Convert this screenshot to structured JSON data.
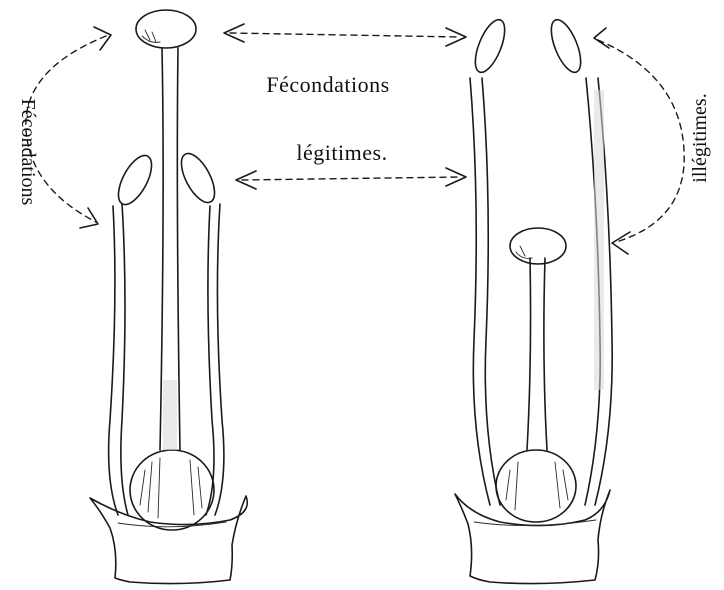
{
  "labels": {
    "left_vertical": "Fécondations",
    "center_line1": "Fécondations",
    "center_line2": "légitimes.",
    "right_vertical": "illégitimes."
  },
  "colors": {
    "ink": "#1a1a1a",
    "background": "#ffffff"
  }
}
